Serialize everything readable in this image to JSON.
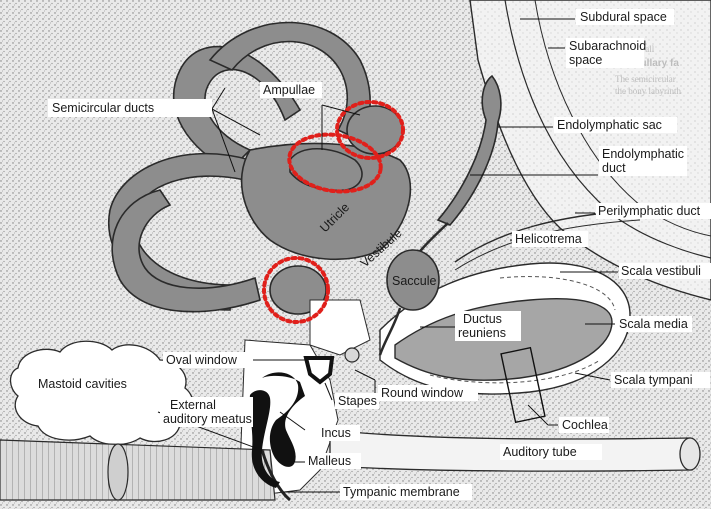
{
  "figure": {
    "labels": {
      "subdural_space": "Subdural space",
      "subarachnoid_space_line1": "Subarachnoid",
      "subarachnoid_space_line2": "space",
      "endolymphatic_sac": "Endolymphatic sac",
      "endolymphatic_duct_line1": "Endolymphatic",
      "endolymphatic_duct_line2": "duct",
      "perilymphatic_duct": "Perilymphatic duct",
      "helicotrema": "Helicotrema",
      "scala_vestibuli": "Scala vestibuli",
      "scala_media": "Scala media",
      "scala_tympani": "Scala tympani",
      "cochlea": "Cochlea",
      "auditory_tube": "Auditory tube",
      "tympanic_membrane": "Tympanic membrane",
      "malleus": "Malleus",
      "incus": "Incus",
      "stapes": "Stapes",
      "round_window": "Round window",
      "oval_window": "Oval window",
      "mastoid_cavities": "Mastoid cavities",
      "external_auditory_meatus_line1": "External",
      "external_auditory_meatus_line2": "auditory meatus",
      "ductus_reuniens_line1": "Ductus",
      "ductus_reuniens_line2": "reuniens",
      "saccule": "Saccule",
      "vestibule": "Vestibule",
      "utricle": "Utricle",
      "ampullae": "Ampullae",
      "semicircular_ducts": "Semicircular ducts"
    },
    "background_text": {
      "ampullary_heading": "ampullary fa",
      "line1": "The semicircular",
      "line2": "the bony labyrinth",
      "line3": "ing wall"
    },
    "highlight_color": "#e0201b",
    "highlight_count": 3
  }
}
